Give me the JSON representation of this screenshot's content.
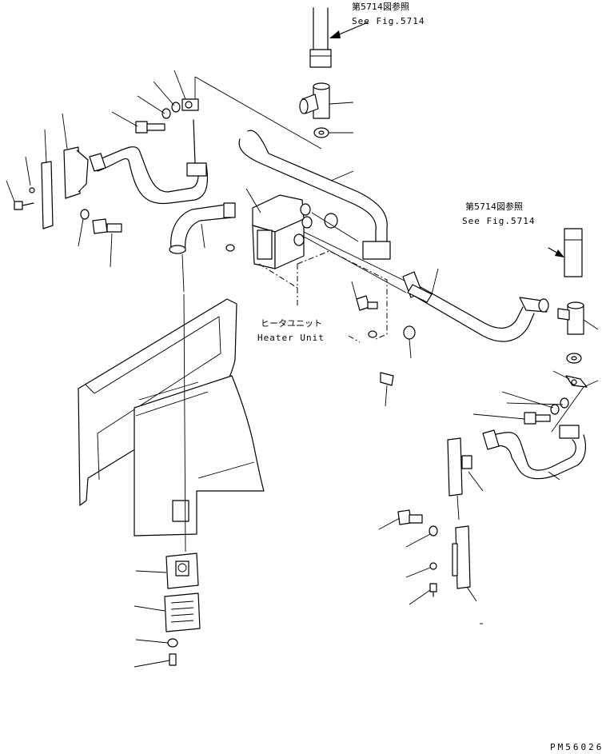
{
  "labels": {
    "ref_top_jp": "第5714図参照",
    "ref_top_en": "See Fig.5714",
    "ref_right_jp": "第5714図参照",
    "ref_right_en": "See Fig.5714",
    "heater_unit_jp": "ヒータユニット",
    "heater_unit_en": "Heater Unit",
    "drawing_code": "PM56026"
  }
}
